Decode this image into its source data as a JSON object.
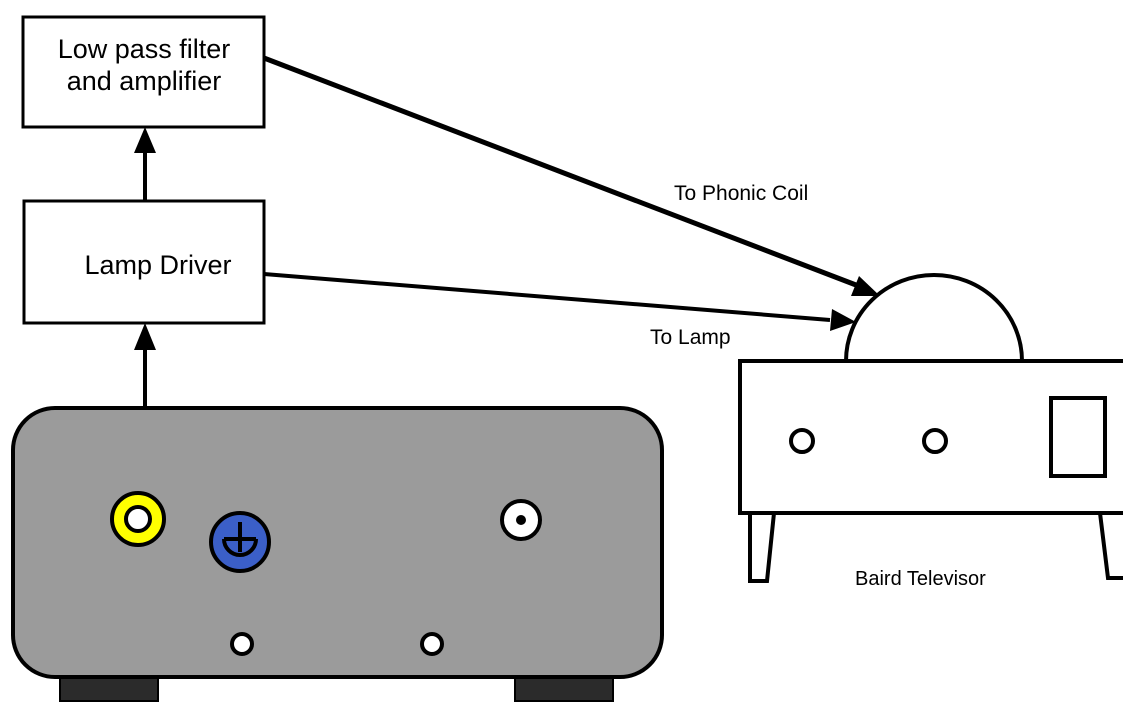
{
  "blocks": {
    "filter_line1": "Low pass filter",
    "filter_line2": "and amplifier",
    "lamp_driver": "Lamp Driver"
  },
  "connections": {
    "phonic_coil": "To Phonic Coil",
    "lamp": "To Lamp"
  },
  "televisor": {
    "caption": "Baird Televisor"
  },
  "colors": {
    "chassis_fill": "#9b9b9b",
    "foot_fill": "#2b2b2b",
    "rca_jack": "#ffff00",
    "ground_terminal": "#3b5fc8"
  }
}
